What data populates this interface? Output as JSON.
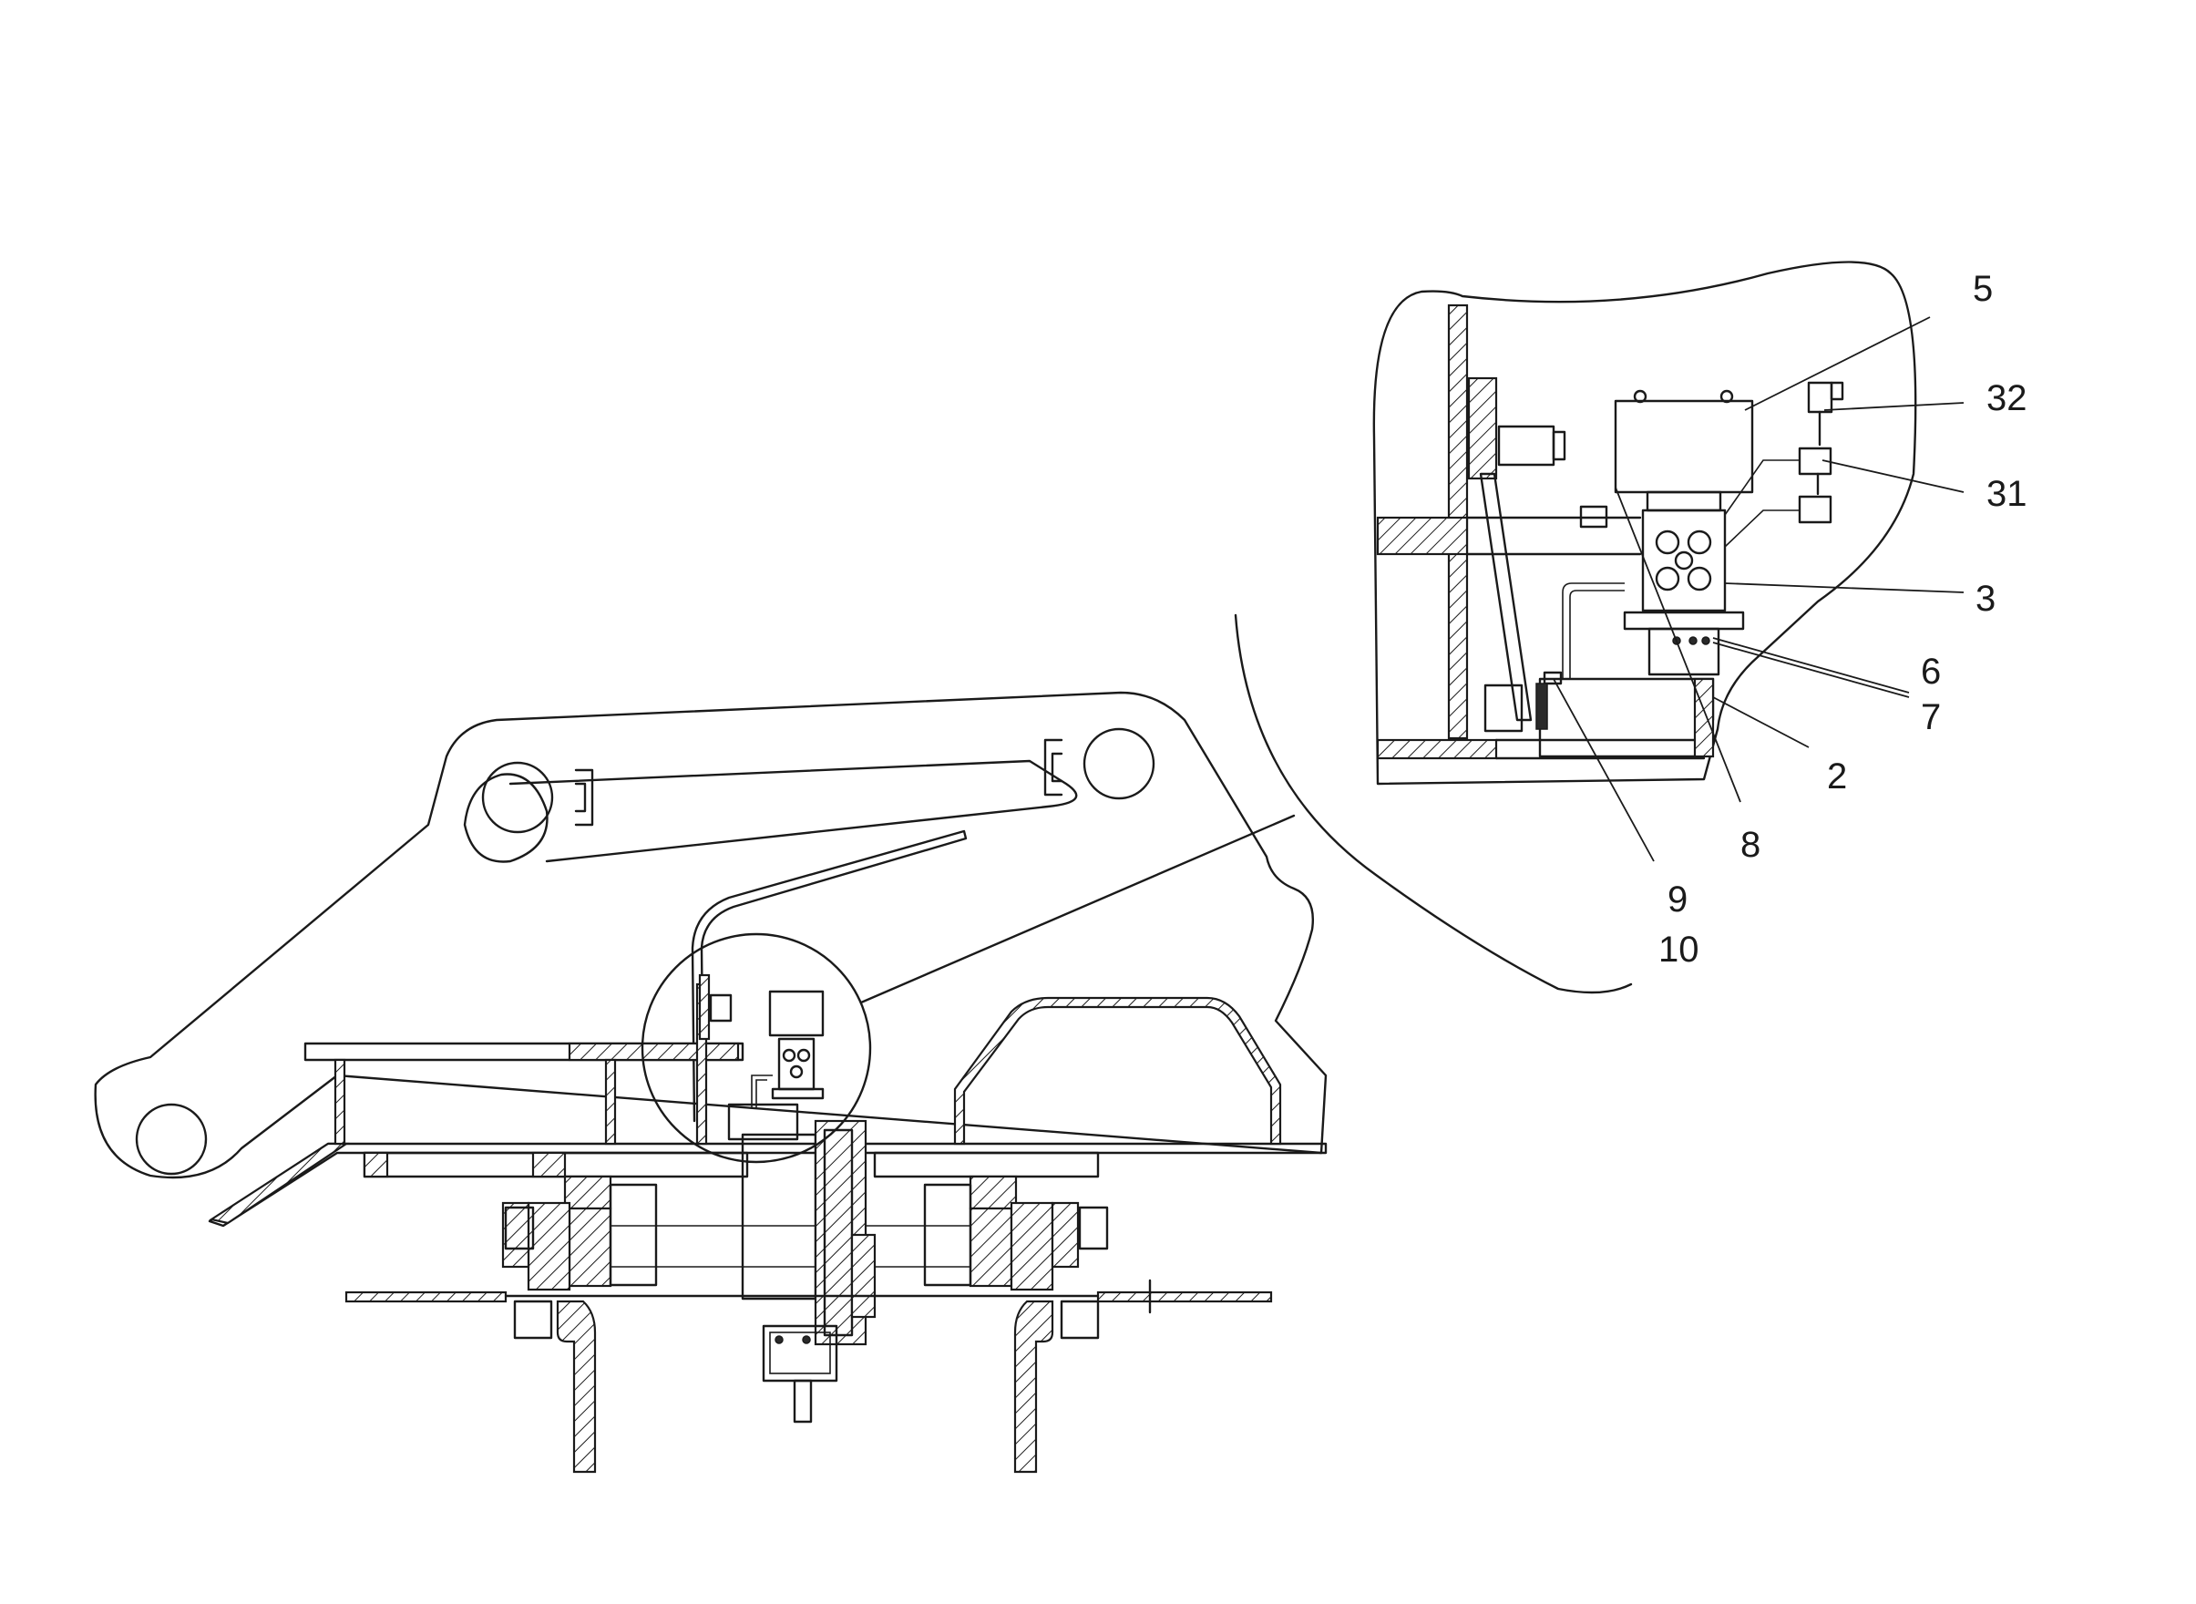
{
  "diagram": {
    "callouts": [
      {
        "id": "5",
        "text": "5"
      },
      {
        "id": "32",
        "text": "32"
      },
      {
        "id": "31",
        "text": "31"
      },
      {
        "id": "3",
        "text": "3"
      },
      {
        "id": "6",
        "text": "6"
      },
      {
        "id": "7",
        "text": "7"
      },
      {
        "id": "2",
        "text": "2"
      },
      {
        "id": "8",
        "text": "8"
      },
      {
        "id": "9",
        "text": "9"
      },
      {
        "id": "10",
        "text": "10"
      }
    ]
  }
}
